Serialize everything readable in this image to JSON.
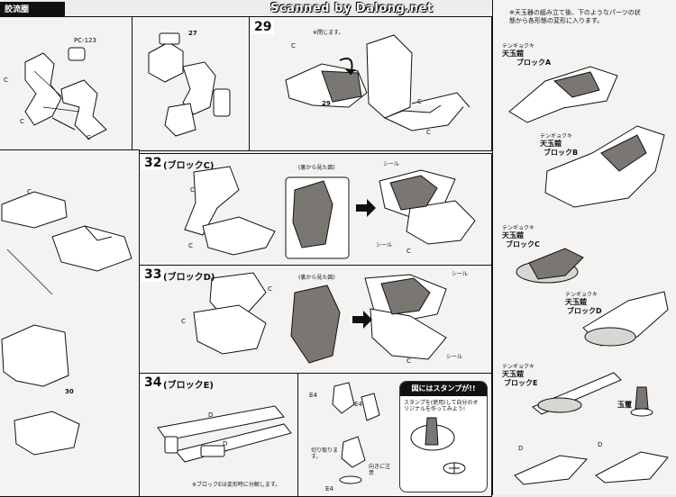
{
  "watermark": "Scanned by Dalong.net",
  "logo_text": "胶流圈",
  "steps": {
    "s27": {
      "num": "27"
    },
    "s29": {
      "num": "29",
      "note": "※閉じます。"
    },
    "s32": {
      "num": "32",
      "title": "(ブロックC)",
      "back_label": "(裏から見た図)",
      "seal1": "シール",
      "seal2": "シール"
    },
    "s33": {
      "num": "33",
      "title": "(ブロックD)",
      "back_label": "(裏から見た図)",
      "seal1": "シール",
      "seal2": "シール"
    },
    "s34": {
      "num": "34",
      "title": "(ブロックE)",
      "note": "※ブロックEは変形時に分解します。"
    },
    "s35": {
      "note1": "切り取ります。",
      "note2": "向きに注意"
    }
  },
  "part_labels": {
    "pc123": "PC-123",
    "c37": "C",
    "c50": "C",
    "c53a": "C",
    "c53b": "C",
    "c43": "C",
    "c41": "C",
    "c39": "C",
    "c45": "C",
    "c60": "C",
    "c55": "C",
    "c46": "C",
    "c47": "C",
    "d35": "D",
    "d34": "D",
    "d33": "D",
    "d36": "D",
    "e4a": "E4",
    "e4b": "E4",
    "e4c": "E4",
    "n27": "27",
    "n29": "29",
    "n30": "30"
  },
  "stamp": {
    "title": "図にはスタンプが!!",
    "body": "スタンプを(使用)して自分のオリジナルを作ってみよう!"
  },
  "sidebar": {
    "intro": "※天玉器の組み立て後、下のようなパーツの状態から各形態の変形に入ります。",
    "blocks": [
      {
        "ruby": "テンギョクキ",
        "name": "天玉鎧",
        "sub": "ブロックA"
      },
      {
        "ruby": "テンギョクキ",
        "name": "天玉鎧",
        "sub": "ブロックB"
      },
      {
        "ruby": "テンギョクキ",
        "name": "天玉鎧",
        "sub": "ブロックC"
      },
      {
        "ruby": "テンギョクキ",
        "name": "天玉鎧",
        "sub": "ブロックD"
      },
      {
        "ruby": "テンギョクキ",
        "name": "天玉鎧",
        "sub": "ブロックE"
      }
    ],
    "gyokki": "玉璽",
    "d_left": "D",
    "d_right": "D"
  },
  "colors": {
    "ink": "#111111",
    "paper": "#f4f3f1",
    "accent_fill": "#7a7672"
  }
}
